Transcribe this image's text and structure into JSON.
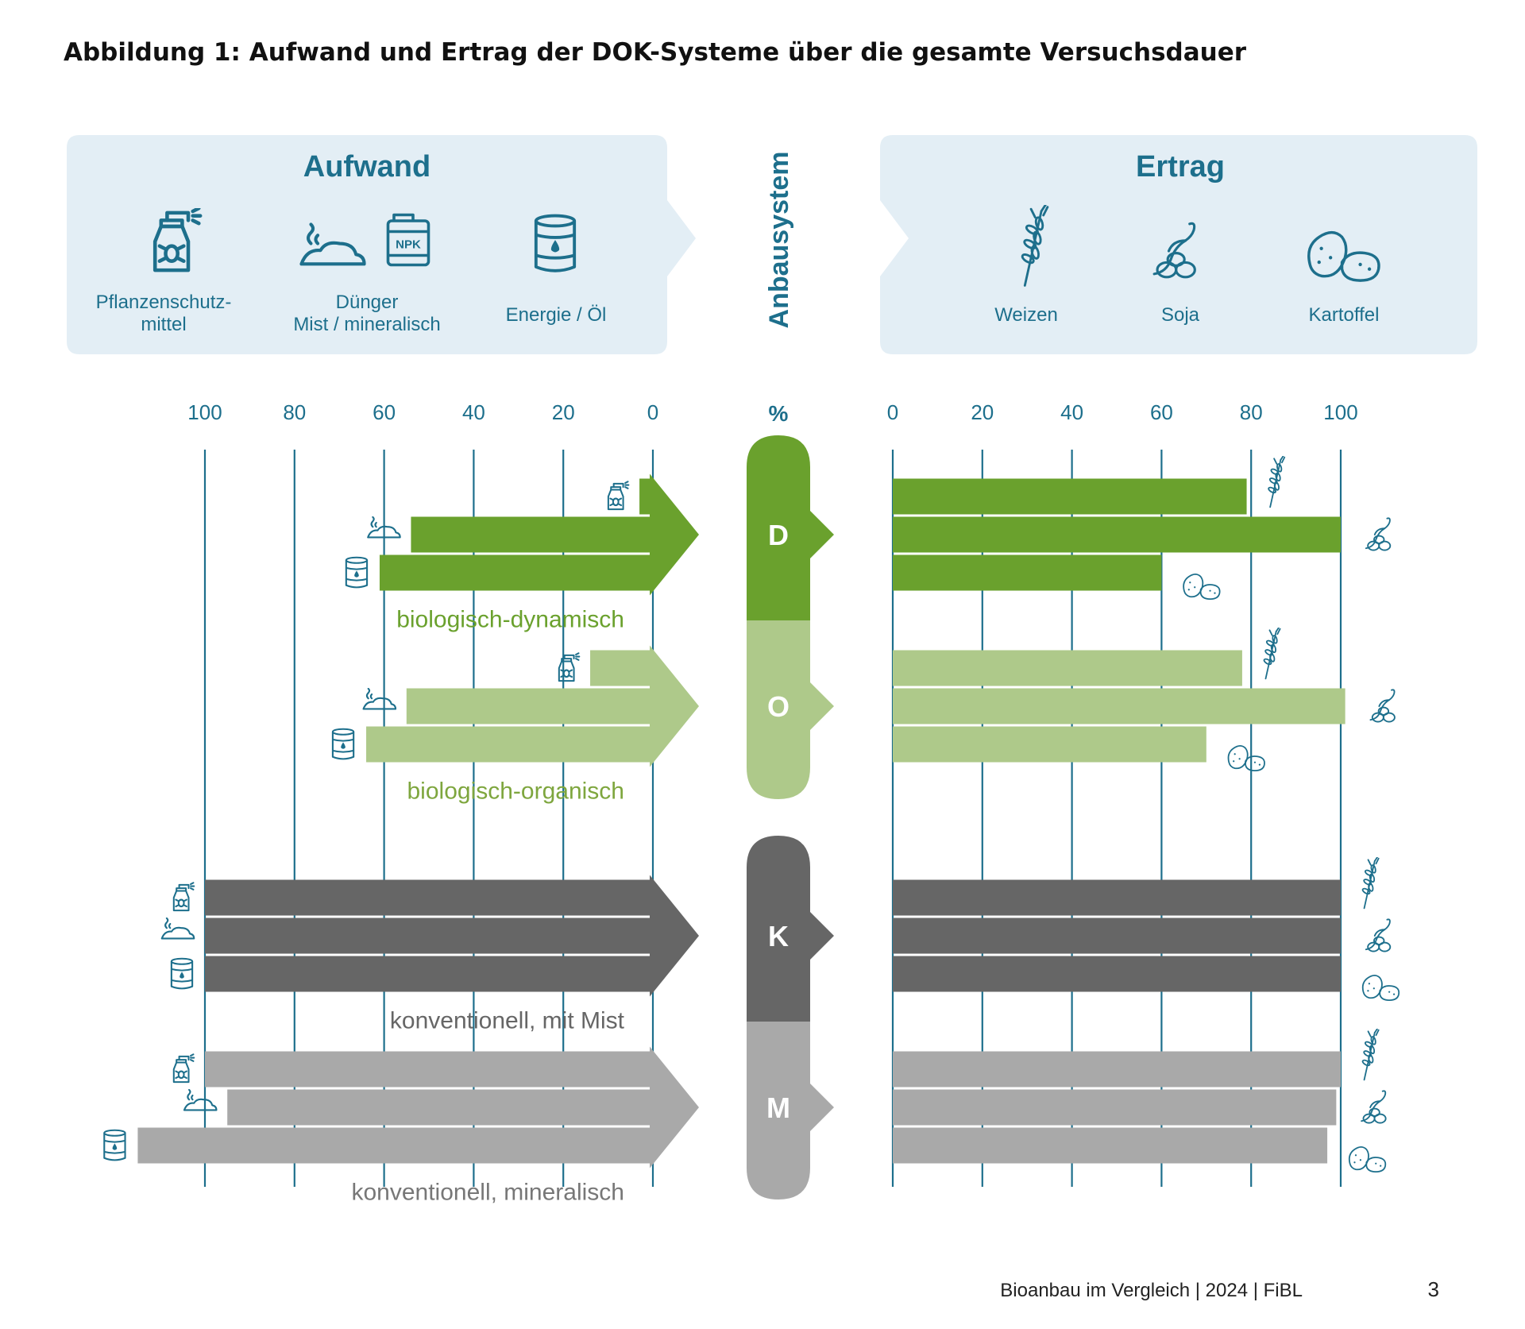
{
  "page": {
    "title": "Abbildung 1:  Aufwand und Ertrag der DOK-Systeme über die gesamte Versuchsdauer",
    "footer": "Bioanbau im Vergleich  |  2024  |  FiBL",
    "page_number": "3"
  },
  "header": {
    "aufwand_title": "Aufwand",
    "ertrag_title": "Ertrag",
    "center_label": "Anbausystem",
    "input_items": [
      {
        "icon": "spray-bottle-icon",
        "label_line1": "Pflanzenschutz-",
        "label_line2": "mittel"
      },
      {
        "icon": "manure-and-npk-canister-icon",
        "label_line1": "Dünger",
        "label_line2": "Mist / mineralisch"
      },
      {
        "icon": "oil-barrel-icon",
        "label_line1": "",
        "label_line2": "Energie / Öl"
      }
    ],
    "yield_items": [
      {
        "icon": "wheat-icon",
        "label": "Weizen"
      },
      {
        "icon": "soy-icon",
        "label": "Soja"
      },
      {
        "icon": "potato-icon",
        "label": "Kartoffel"
      }
    ]
  },
  "colors": {
    "D": "#6aa12d",
    "O": "#aec98a",
    "K": "#666666",
    "M": "#a9a9a9",
    "D_label": "#6aa12d",
    "O_label": "#7ea63e",
    "K_label": "#666666",
    "M_label": "#777777",
    "teal": "#1d6f8c",
    "panel": "#e3eef5"
  },
  "chart_data": {
    "type": "bar",
    "unit_label": "%",
    "left_axis": {
      "ticks": [
        "100",
        "80",
        "60",
        "40",
        "20",
        "0"
      ],
      "range": [
        0,
        100
      ],
      "direction": "right-to-left"
    },
    "right_axis": {
      "ticks": [
        "0",
        "20",
        "40",
        "60",
        "80",
        "100"
      ],
      "range": [
        0,
        100
      ]
    },
    "systems": [
      {
        "code": "D",
        "label": "biologisch-dynamisch",
        "inputs": {
          "Pflanzenschutzmittel": 3,
          "Dünger": 54,
          "Energie / Öl": 61
        },
        "yields": {
          "Weizen": 79,
          "Soja": 100,
          "Kartoffel": 60
        }
      },
      {
        "code": "O",
        "label": "biologisch-organisch",
        "inputs": {
          "Pflanzenschutzmittel": 14,
          "Dünger": 55,
          "Energie / Öl": 64
        },
        "yields": {
          "Weizen": 78,
          "Soja": 101,
          "Kartoffel": 70
        }
      },
      {
        "code": "K",
        "label": "konventionell, mit Mist",
        "inputs": {
          "Pflanzenschutzmittel": 100,
          "Dünger": 100,
          "Energie / Öl": 100
        },
        "yields": {
          "Weizen": 100,
          "Soja": 100,
          "Kartoffel": 100
        }
      },
      {
        "code": "M",
        "label": "konventionell, mineralisch",
        "inputs": {
          "Pflanzenschutzmittel": 100,
          "Dünger": 95,
          "Energie / Öl": 115
        },
        "yields": {
          "Weizen": 100,
          "Soja": 99,
          "Kartoffel": 97
        }
      }
    ]
  }
}
